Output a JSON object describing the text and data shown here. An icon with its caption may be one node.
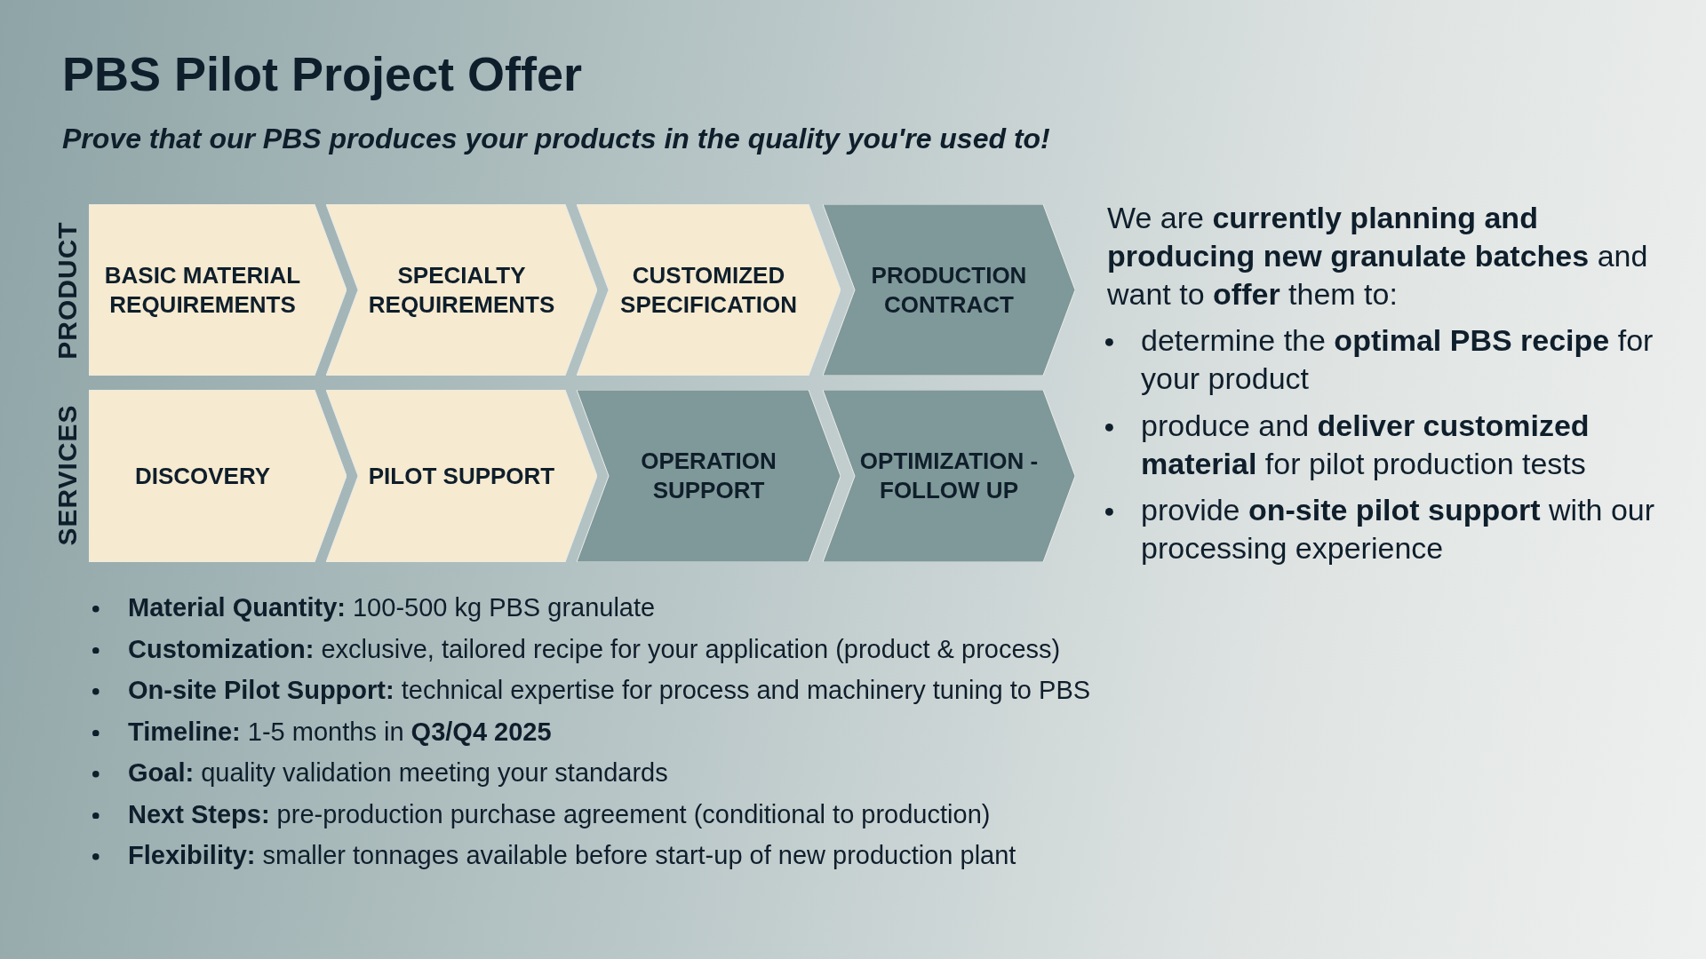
{
  "diagram": {
    "title": "PBS Pilot Project Offer",
    "nodes": [
      {
        "text": [
          "BASIC MATERIAL REQUIREMENTS"
        ]
      },
      {
        "text": [
          "SPECIALTY REQUIREMENTS"
        ]
      },
      {
        "text": [
          "CUSTOMIZED SPECIFICATION"
        ]
      },
      {
        "text": [
          "PRODUCTION CONTRACT"
        ]
      },
      {
        "text": [
          "DISCOVERY"
        ]
      },
      {
        "text": [
          "PILOT SUPPORT"
        ]
      },
      {
        "text": [
          "OPERATION SUPPORT"
        ]
      },
      {
        "text": [
          "OPTIMIZATION - FOLLOW UP"
        ]
      }
    ],
    "labels": [
      "Prove that our PBS produces your products in the quality you're used to!",
      "PRODUCT",
      "SERVICES",
      "We are **currently planning and producing new granulate batches** and want to **offer** them to:",
      "determine the **optimal PBS recipe** for your product",
      "produce and **deliver customized material** for pilot production tests",
      "provide **on-site pilot support** with our processing experience",
      "**Material Quantity:** 100-500 kg PBS granulate",
      "**Customization:** exclusive, tailored recipe for your application (product & process)",
      "**On-site Pilot Support:** technical expertise for process and machinery tuning to PBS",
      "**Timeline:** 1-5 months in **Q3/Q4 2025**",
      "**Goal:** quality validation meeting your standards",
      "**Next Steps:** pre-production purchase agreement (conditional to production)",
      "**Flexibility:** smaller tonnages available before start-up of new production plant"
    ]
  }
}
